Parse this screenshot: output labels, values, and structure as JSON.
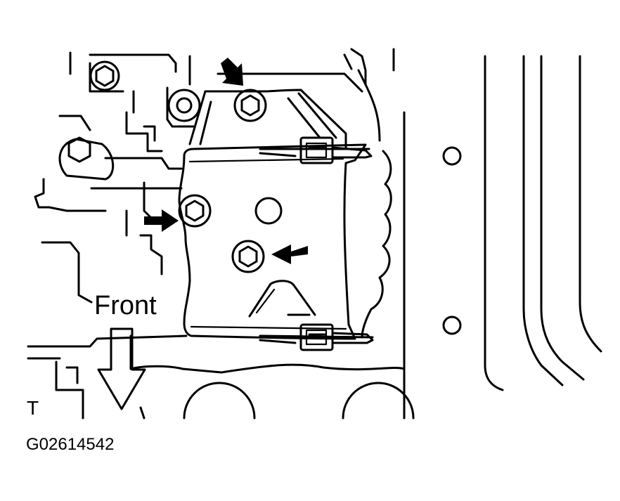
{
  "labels": {
    "front": "Front",
    "side_marker": "T",
    "figure_code": "G02614542"
  },
  "colors": {
    "line": "#000000",
    "background": "#ffffff"
  },
  "icons": [
    "bolt-icon",
    "arrow-icon",
    "front-direction-arrow-icon"
  ]
}
